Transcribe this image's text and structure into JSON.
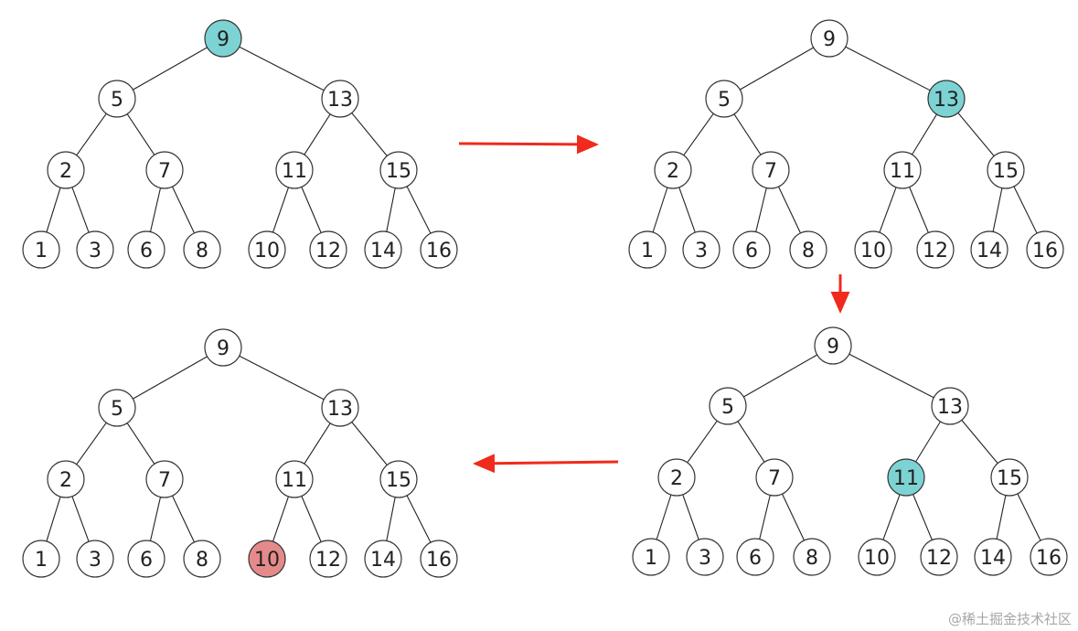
{
  "colors": {
    "background": "#ffffff",
    "node_fill_default": "#ffffff",
    "node_fill_current": "#7dd3d3",
    "node_fill_found": "#e58a8a",
    "edge": "#222222",
    "arrow": "#f02a1c"
  },
  "trees": [
    {
      "name": "step-1",
      "nodes": [
        {
          "id": "n1",
          "label": "9",
          "state": "current"
        },
        {
          "id": "n2",
          "label": "5",
          "state": "default"
        },
        {
          "id": "n3",
          "label": "13",
          "state": "default"
        },
        {
          "id": "n4",
          "label": "2",
          "state": "default"
        },
        {
          "id": "n5",
          "label": "7",
          "state": "default"
        },
        {
          "id": "n6",
          "label": "11",
          "state": "default"
        },
        {
          "id": "n7",
          "label": "15",
          "state": "default"
        },
        {
          "id": "n8",
          "label": "1",
          "state": "default"
        },
        {
          "id": "n9",
          "label": "3",
          "state": "default"
        },
        {
          "id": "n10",
          "label": "6",
          "state": "default"
        },
        {
          "id": "n11",
          "label": "8",
          "state": "default"
        },
        {
          "id": "n12",
          "label": "10",
          "state": "default"
        },
        {
          "id": "n13",
          "label": "12",
          "state": "default"
        },
        {
          "id": "n14",
          "label": "14",
          "state": "default"
        },
        {
          "id": "n15",
          "label": "16",
          "state": "default"
        }
      ]
    },
    {
      "name": "step-2",
      "nodes": [
        {
          "id": "n1",
          "label": "9",
          "state": "default"
        },
        {
          "id": "n2",
          "label": "5",
          "state": "default"
        },
        {
          "id": "n3",
          "label": "13",
          "state": "current"
        },
        {
          "id": "n4",
          "label": "2",
          "state": "default"
        },
        {
          "id": "n5",
          "label": "7",
          "state": "default"
        },
        {
          "id": "n6",
          "label": "11",
          "state": "default"
        },
        {
          "id": "n7",
          "label": "15",
          "state": "default"
        },
        {
          "id": "n8",
          "label": "1",
          "state": "default"
        },
        {
          "id": "n9",
          "label": "3",
          "state": "default"
        },
        {
          "id": "n10",
          "label": "6",
          "state": "default"
        },
        {
          "id": "n11",
          "label": "8",
          "state": "default"
        },
        {
          "id": "n12",
          "label": "10",
          "state": "default"
        },
        {
          "id": "n13",
          "label": "12",
          "state": "default"
        },
        {
          "id": "n14",
          "label": "14",
          "state": "default"
        },
        {
          "id": "n15",
          "label": "16",
          "state": "default"
        }
      ]
    },
    {
      "name": "step-3",
      "nodes": [
        {
          "id": "n1",
          "label": "9",
          "state": "default"
        },
        {
          "id": "n2",
          "label": "5",
          "state": "default"
        },
        {
          "id": "n3",
          "label": "13",
          "state": "default"
        },
        {
          "id": "n4",
          "label": "2",
          "state": "default"
        },
        {
          "id": "n5",
          "label": "7",
          "state": "default"
        },
        {
          "id": "n6",
          "label": "11",
          "state": "current"
        },
        {
          "id": "n7",
          "label": "15",
          "state": "default"
        },
        {
          "id": "n8",
          "label": "1",
          "state": "default"
        },
        {
          "id": "n9",
          "label": "3",
          "state": "default"
        },
        {
          "id": "n10",
          "label": "6",
          "state": "default"
        },
        {
          "id": "n11",
          "label": "8",
          "state": "default"
        },
        {
          "id": "n12",
          "label": "10",
          "state": "default"
        },
        {
          "id": "n13",
          "label": "12",
          "state": "default"
        },
        {
          "id": "n14",
          "label": "14",
          "state": "default"
        },
        {
          "id": "n15",
          "label": "16",
          "state": "default"
        }
      ]
    },
    {
      "name": "step-4",
      "nodes": [
        {
          "id": "n1",
          "label": "9",
          "state": "default"
        },
        {
          "id": "n2",
          "label": "5",
          "state": "default"
        },
        {
          "id": "n3",
          "label": "13",
          "state": "default"
        },
        {
          "id": "n4",
          "label": "2",
          "state": "default"
        },
        {
          "id": "n5",
          "label": "7",
          "state": "default"
        },
        {
          "id": "n6",
          "label": "11",
          "state": "default"
        },
        {
          "id": "n7",
          "label": "15",
          "state": "default"
        },
        {
          "id": "n8",
          "label": "1",
          "state": "default"
        },
        {
          "id": "n9",
          "label": "3",
          "state": "default"
        },
        {
          "id": "n10",
          "label": "6",
          "state": "default"
        },
        {
          "id": "n11",
          "label": "8",
          "state": "default"
        },
        {
          "id": "n12",
          "label": "10",
          "state": "found"
        },
        {
          "id": "n13",
          "label": "12",
          "state": "default"
        },
        {
          "id": "n14",
          "label": "14",
          "state": "default"
        },
        {
          "id": "n15",
          "label": "16",
          "state": "default"
        }
      ]
    }
  ],
  "edges": [
    [
      "n1",
      "n2"
    ],
    [
      "n1",
      "n3"
    ],
    [
      "n2",
      "n4"
    ],
    [
      "n2",
      "n5"
    ],
    [
      "n3",
      "n6"
    ],
    [
      "n3",
      "n7"
    ],
    [
      "n4",
      "n8"
    ],
    [
      "n4",
      "n9"
    ],
    [
      "n5",
      "n10"
    ],
    [
      "n5",
      "n11"
    ],
    [
      "n6",
      "n12"
    ],
    [
      "n6",
      "n13"
    ],
    [
      "n7",
      "n14"
    ],
    [
      "n7",
      "n15"
    ]
  ],
  "watermark": "@稀土掘金技术社区"
}
